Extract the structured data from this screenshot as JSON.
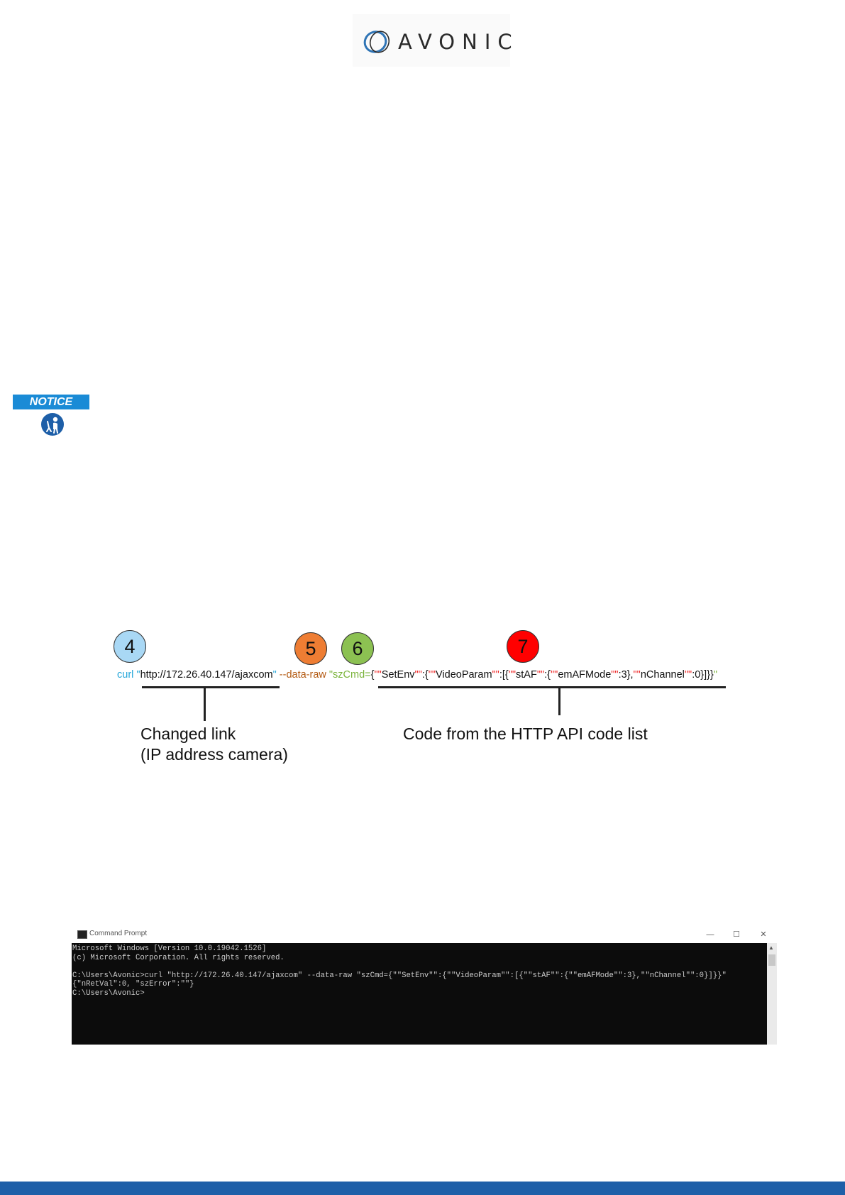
{
  "logo": {
    "text": "AVONIC"
  },
  "notice": {
    "label": "NOTICE"
  },
  "diagram": {
    "callouts": [
      "4",
      "5",
      "6",
      "7"
    ],
    "command": {
      "curl": "curl",
      "q1": "\"",
      "url": "http://172.26.40.147/ajaxcom",
      "q2": "\"",
      "data_raw": "--data-raw",
      "sz_q": "\"",
      "sz": "szCmd=",
      "p_open": "{",
      "p_dq1": "\"\"",
      "p_setenv": "SetEnv",
      "p_dq2": "\"\"",
      "p_colon1": ":{",
      "p_dq3": "\"\"",
      "p_videoparam": "VideoParam",
      "p_dq4": "\"\"",
      "p_colon2": ":[{",
      "p_dq5": "\"\"",
      "p_staf": "stAF",
      "p_dq6": "\"\"",
      "p_colon3": ":{",
      "p_dq7": "\"\"",
      "p_emafmode": "emAFMode",
      "p_dq8": "\"\"",
      "p_val1": ":3},",
      "p_dq9": "\"\"",
      "p_nchannel": "nChannel",
      "p_dq10": "\"\"",
      "p_val2": ":0}]}}",
      "p_end": "\""
    },
    "captions": {
      "left_line1": "Changed link",
      "left_line2": "(IP address camera)",
      "right": "Code from the HTTP API code list"
    }
  },
  "cmd_window": {
    "title": "Command Prompt",
    "controls": {
      "minimize": "—",
      "maximize": "☐",
      "close": "✕"
    },
    "lines": [
      "Microsoft Windows [Version 10.0.19042.1526]",
      "(c) Microsoft Corporation. All rights reserved.",
      "",
      "C:\\Users\\Avonic>curl \"http://172.26.40.147/ajaxcom\" --data-raw \"szCmd={\"\"SetEnv\"\":{\"\"VideoParam\"\":[{\"\"stAF\"\":{\"\"emAFMode\"\":3},\"\"nChannel\"\":0}]}}\"",
      "{\"nRetVal\":0, \"szError\":\"\"}",
      "C:\\Users\\Avonic>"
    ]
  },
  "colors": {
    "brand_blue": "#1e5fa8",
    "notice_blue": "#1a8bd6",
    "callout_4": "#a9d8f5",
    "callout_5": "#ee7d33",
    "callout_6": "#8cc152",
    "callout_7": "#ff0000"
  }
}
